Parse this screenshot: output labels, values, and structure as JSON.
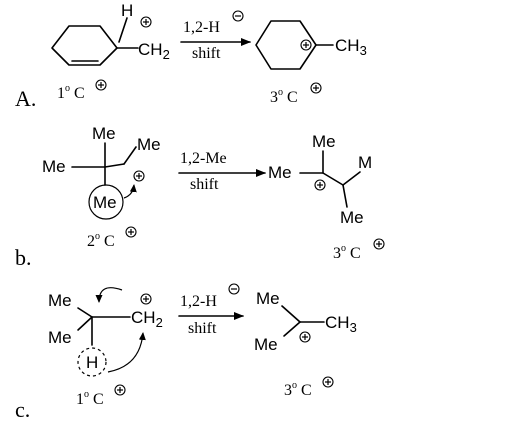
{
  "reactions": [
    {
      "label": "A.",
      "arrow_top": "1,2-H",
      "arrow_bottom": "shift",
      "reactant_atoms": {
        "h": "H",
        "ch2": "CH",
        "sub2": "2"
      },
      "reactant_class": {
        "deg": "1",
        "unit": "C"
      },
      "product_atoms": {
        "ch3": "CH",
        "sub3": "3"
      },
      "product_class": {
        "deg": "3",
        "unit": "C"
      }
    },
    {
      "label": "b.",
      "arrow_top": "1,2-Me",
      "arrow_bottom": "shift",
      "reactant_atoms": {
        "me_top": "Me",
        "me_left": "Me",
        "me_right": "Me",
        "me_circled": "Me"
      },
      "reactant_class": {
        "deg": "2",
        "unit": "C"
      },
      "product_atoms": {
        "me_top": "Me",
        "me_left": "Me",
        "m_right": "M",
        "me_bottom": "Me"
      },
      "product_class": {
        "deg": "3",
        "unit": "C"
      }
    },
    {
      "label": "c.",
      "arrow_top": "1,2-H",
      "arrow_bottom": "shift",
      "reactant_atoms": {
        "me_top": "Me",
        "me_bottom": "Me",
        "ch2": "CH",
        "sub2": "2",
        "h": "H"
      },
      "reactant_class": {
        "deg": "1",
        "unit": "C"
      },
      "product_atoms": {
        "me_top": "Me",
        "me_bottom": "Me",
        "ch3": "CH",
        "sub3": "3"
      },
      "product_class": {
        "deg": "3",
        "unit": "C"
      }
    }
  ]
}
